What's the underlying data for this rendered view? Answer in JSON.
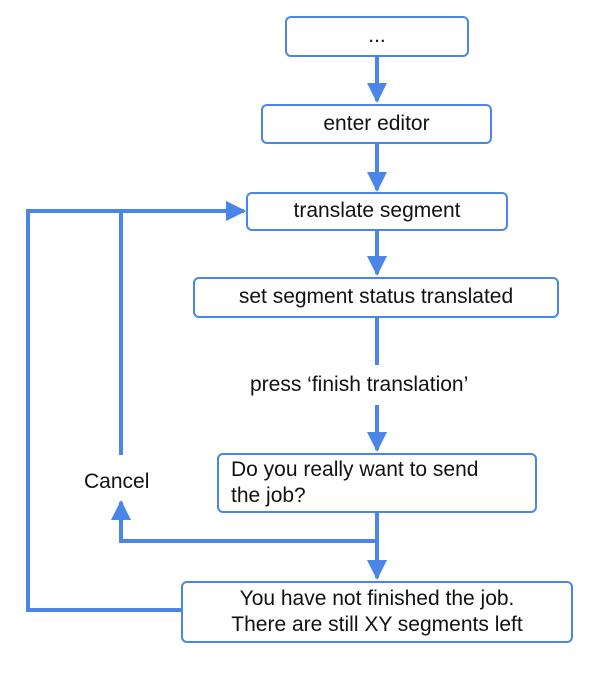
{
  "nodes": {
    "start": "...",
    "enter_editor": "enter editor",
    "translate_segment": "translate segment",
    "set_status": "set segment status translated",
    "confirm_line1": "Do you really want to send",
    "confirm_line2": "the job?",
    "not_finished_line1": "You have not finished the job.",
    "not_finished_line2": "There are still XY segments left"
  },
  "edge_labels": {
    "press_finish": "press ‘finish translation’",
    "cancel": "Cancel"
  },
  "colors": {
    "accent": "#4a86e8",
    "text": "#111111"
  }
}
